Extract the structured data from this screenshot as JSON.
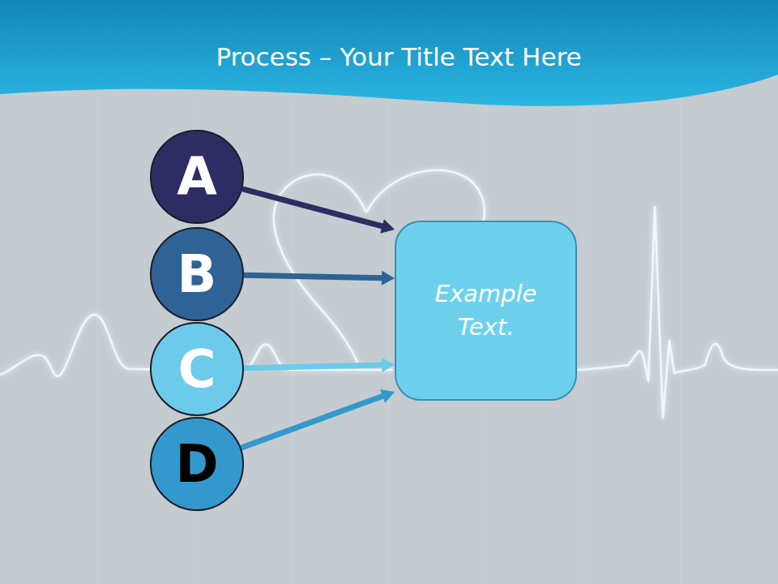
{
  "diagram": {
    "title": "Process – Your Title Text Here",
    "nodes": [
      {
        "text": [
          "A"
        ]
      },
      {
        "text": [
          "B"
        ]
      },
      {
        "text": [
          "C"
        ]
      },
      {
        "text": [
          "D"
        ]
      },
      {
        "text": [
          "Example Text."
        ]
      }
    ],
    "edges": [
      {
        "from": 0,
        "to": 4,
        "arrow": "to"
      },
      {
        "from": 1,
        "to": 4,
        "arrow": "to"
      },
      {
        "from": 2,
        "to": 4,
        "arrow": "to"
      },
      {
        "from": 3,
        "to": 4,
        "arrow": "to"
      }
    ]
  }
}
